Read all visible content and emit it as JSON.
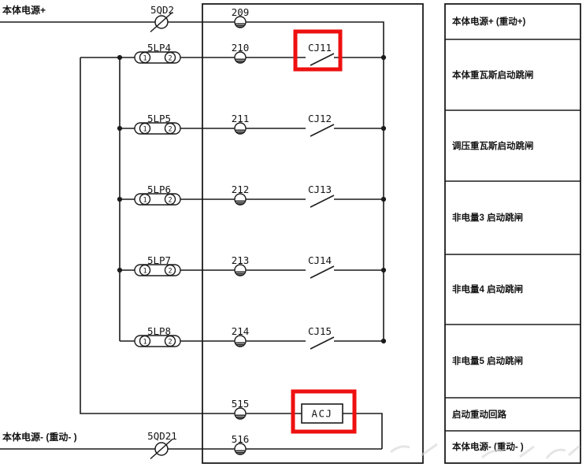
{
  "colors": {
    "wire": "#1b1b1b",
    "highlight": "#ee1010",
    "background": "#ffffff"
  },
  "rails": {
    "positive": {
      "label": "本体电源+",
      "switch": "5QD2",
      "terminal": "209"
    },
    "negative": {
      "label": "本体电源- (重动- )",
      "switch": "5QD21",
      "terminal": "516"
    }
  },
  "relay": {
    "coil_label": "ACJ",
    "terminal": "515"
  },
  "link_pins": [
    "1",
    "2"
  ],
  "trip_rows": [
    {
      "link": "5LP4",
      "terminal": "210",
      "contact": "CJ11"
    },
    {
      "link": "5LP5",
      "terminal": "211",
      "contact": "CJ12"
    },
    {
      "link": "5LP6",
      "terminal": "212",
      "contact": "CJ13"
    },
    {
      "link": "5LP7",
      "terminal": "213",
      "contact": "CJ14"
    },
    {
      "link": "5LP8",
      "terminal": "214",
      "contact": "CJ15"
    }
  ],
  "function_table": {
    "rows": [
      {
        "label": "本体电源+ (重动+)"
      },
      {
        "label": "本体重瓦斯启动跳闸"
      },
      {
        "label": "调压重瓦斯启动跳闸"
      },
      {
        "label": "非电量3 启动跳闸"
      },
      {
        "label": "非电量4 启动跳闸"
      },
      {
        "label": "非电量5 启动跳闸"
      },
      {
        "label": "启动重动回路"
      },
      {
        "label": "本体电源- (重动- )"
      }
    ]
  }
}
